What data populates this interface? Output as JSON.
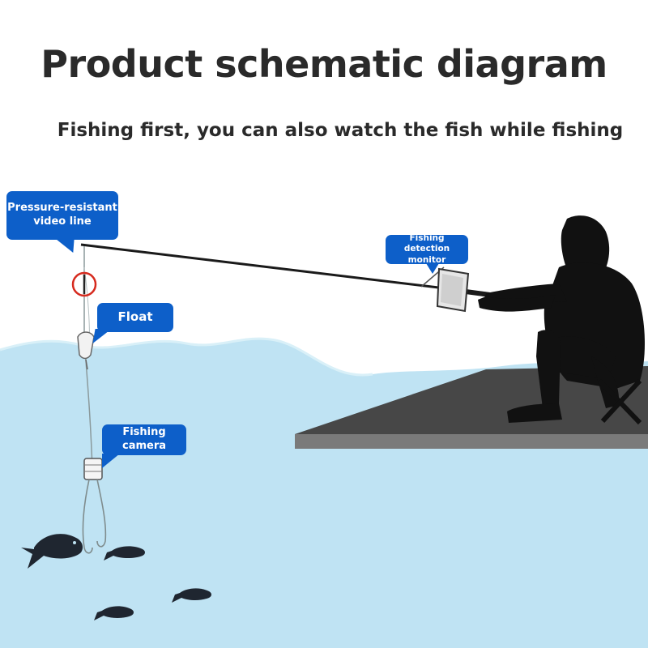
{
  "header": {
    "title": "Product schematic diagram",
    "subtitle": "Fishing first, you can also watch the fish while fishing"
  },
  "callouts": {
    "video_line": "Pressure-resistant video line",
    "monitor": "Fishing detection monitor",
    "float": "Float",
    "camera": "Fishing camera"
  },
  "colors": {
    "water": "#bfe3f3",
    "water_surface": "#cdeaf5",
    "callout_blue": "#0d5fc9",
    "silhouette": "#111111",
    "dock_top": "#474747",
    "dock_edge": "#7a7a7a",
    "text": "#2a2a2a",
    "ring_red": "#d62a1e"
  }
}
